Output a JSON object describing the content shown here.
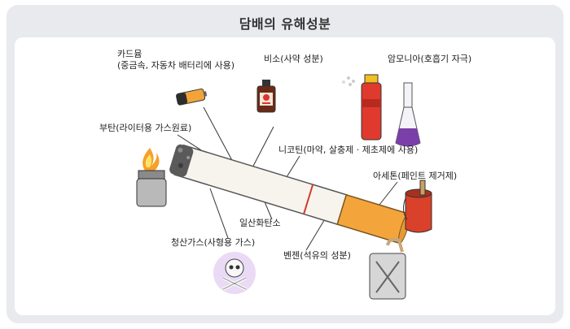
{
  "title": "담배의 유해성분",
  "labels": {
    "cadmium_1": "카드뮴",
    "cadmium_2": "(중금속, 자동차 배터리에 사용)",
    "arsenic": "비소(사약 성분)",
    "ammonia": "암모니아(호흡기 자극)",
    "butane": "부탄(라이터용 가스원료)",
    "nicotine": "니코틴(마약, 살충제 · 제초제에 사용)",
    "acetone": "아세톤(페인트 제거제)",
    "carbon_monoxide": "일산화탄소",
    "hydrogen_cyanide": "청산가스(사형용 가스)",
    "benzene": "벤젠(석유의 성분)"
  },
  "colors": {
    "frame": "#e9eaee",
    "filter": "#f3a53c",
    "ash": "#5a5a5a",
    "flask_liquid": "#7a3fa8",
    "can_red": "#d9412a",
    "skull_glow": "#e8d6f4"
  },
  "icons": [
    "battery-icon",
    "poison-bottle-icon",
    "spray-can-icon",
    "flask-icon",
    "lighter-icon",
    "paint-can-icon",
    "skull-icon",
    "jerrycan-icon",
    "cigarette-icon"
  ]
}
